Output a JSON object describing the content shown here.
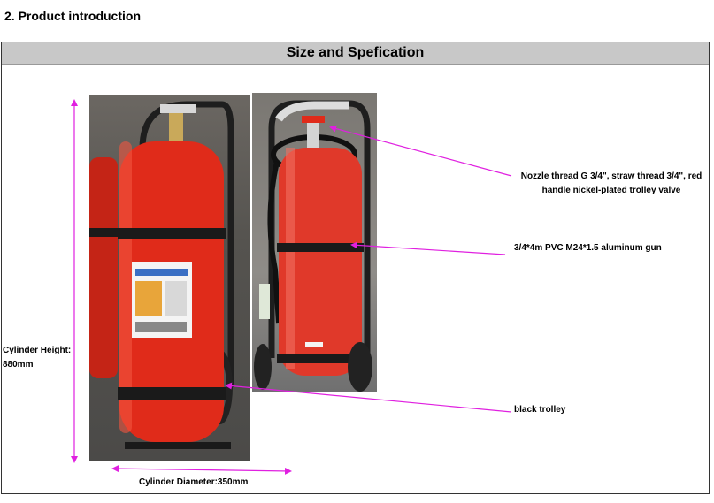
{
  "heading": "2. Product introduction",
  "banner": "Size and Spefication",
  "callouts": {
    "nozzle": "Nozzle thread G 3/4\", straw thread 3/4\", red handle nickel-plated trolley valve",
    "gun": "3/4*4m PVC M24*1.5 aluminum gun",
    "trolley": "black trolley"
  },
  "dimensions": {
    "height": "Cylinder Height: 880mm",
    "diameter": "Cylinder Diameter:350mm"
  },
  "colors": {
    "arrow": "#e020e0",
    "cylinder": "#e02b1a",
    "banner_bg": "#c8c8c8"
  }
}
